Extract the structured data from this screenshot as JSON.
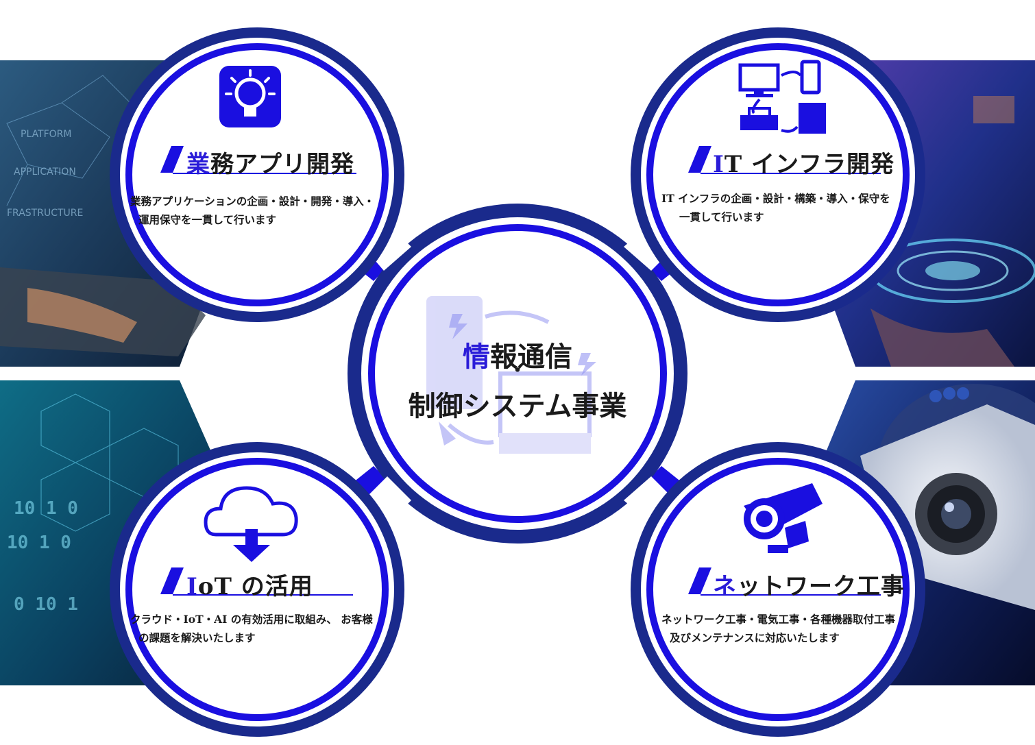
{
  "center": {
    "title_first_char": "情",
    "title_rest": "報通信",
    "dot": "・",
    "subtitle": "制御システム事業"
  },
  "sections": [
    {
      "id": "business-app",
      "icon": "lightbulb-icon",
      "title_first_char": "業",
      "title_rest": "務アプリ開発",
      "desc_line1": "業務アプリケーションの企画・設計・開発・導入・",
      "desc_line2": "運用保守を一貫して行います"
    },
    {
      "id": "it-infra",
      "icon": "network-devices-icon",
      "title_first_char": "I",
      "title_rest": "T インフラ開発",
      "desc_line1": "IT インフラの企画・設計・構築・導入・保守を",
      "desc_line2": "一貫して行います"
    },
    {
      "id": "iot",
      "icon": "cloud-download-icon",
      "title_first_char": "I",
      "title_rest": "oT の活用",
      "desc_line1": "クラウド・IoT・AI の有効活用に取組み、 お客様",
      "desc_line2": "の課題を解決いたします"
    },
    {
      "id": "network",
      "icon": "security-camera-icon",
      "title_first_char": "ネ",
      "title_rest": "ットワーク工事",
      "desc_line1": "ネットワーク工事・電気工事・各種機器取付工事",
      "desc_line2": "及びメンテナンスに対応いたします"
    }
  ],
  "colors": {
    "primary_blue": "#1a0fe0",
    "dark_navy": "#1a2a8c",
    "accent_text": "#2a1cd8"
  }
}
